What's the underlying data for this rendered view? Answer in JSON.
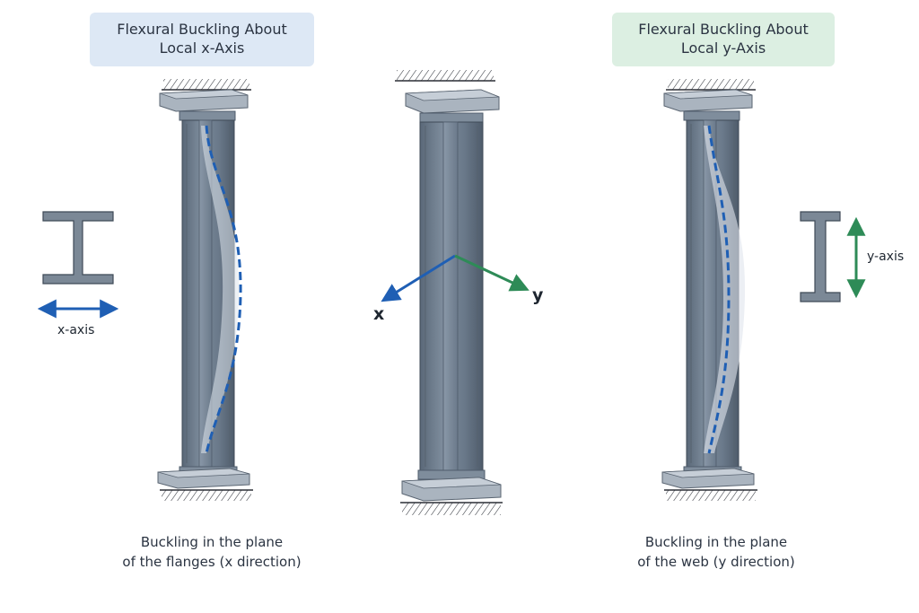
{
  "left_panel": {
    "title_line1": "Flexural Buckling About",
    "title_line2": "Local x-Axis",
    "axis_label": "x-axis",
    "caption_line1": "Buckling in the plane",
    "caption_line2": "of the flanges (x direction)"
  },
  "right_panel": {
    "title_line1": "Flexural Buckling About",
    "title_line2": "Local y-Axis",
    "axis_label": "y-axis",
    "caption_line1": "Buckling in the plane",
    "caption_line2": "of the web (y direction)"
  },
  "center_panel": {
    "x_label": "x",
    "y_label": "y"
  },
  "colors": {
    "steel": "#6f7e8f",
    "steel_dark": "#4f5c6b",
    "steel_light": "#9ba8b6",
    "plate": "#aab4bf",
    "x_axis_blue": "#1f5fb4",
    "y_axis_green": "#2e8b57",
    "left_title_bg": "#dde8f5",
    "right_title_bg": "#dcefe2"
  }
}
